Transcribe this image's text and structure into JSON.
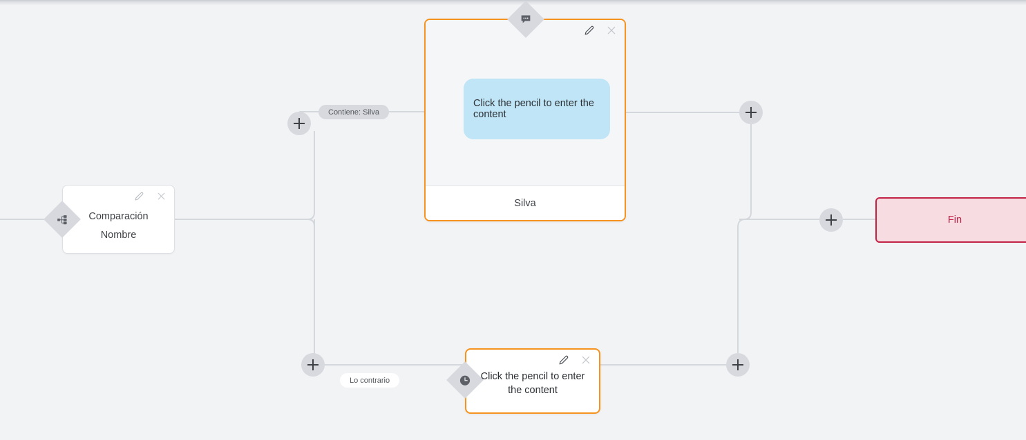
{
  "canvas": {
    "background_color": "#f2f3f5",
    "accent_selected": "#f6921e",
    "end_color": "#c22044",
    "bubble_color": "#bfe5f6",
    "edge_color": "#d4d7dc"
  },
  "nodes": {
    "comparison": {
      "title": "Comparación",
      "subtitle": "Nombre",
      "badge_icon": "branch-icon",
      "edit_icon": "pencil-icon",
      "close_icon": "close-icon"
    },
    "message": {
      "bubble_text": "Click the pencil to enter the content",
      "footer_text": "Silva",
      "badge_icon": "chat-bubble-icon",
      "edit_icon": "pencil-icon",
      "close_icon": "close-icon"
    },
    "wait": {
      "text": "Click the pencil to enter the content",
      "badge_icon": "clock-icon",
      "edit_icon": "pencil-icon",
      "close_icon": "close-icon"
    },
    "end": {
      "label": "Fin"
    }
  },
  "edge_labels": {
    "branch_true": "Contiene: Silva",
    "branch_false": "Lo contrario"
  },
  "add_buttons": {
    "branch_top": "+",
    "branch_bottom": "+",
    "after_message": "+",
    "after_wait": "+",
    "before_end": "+"
  }
}
